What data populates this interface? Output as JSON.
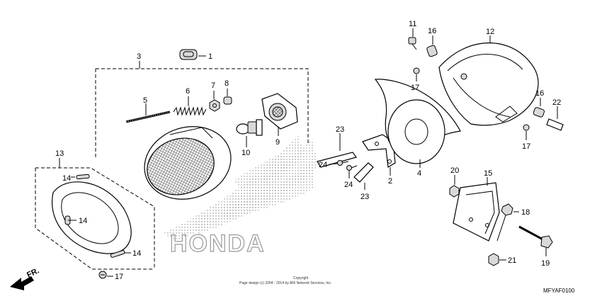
{
  "callouts": [
    "1",
    "2",
    "3",
    "4",
    "5",
    "6",
    "7",
    "8",
    "9",
    "10",
    "11",
    "12",
    "13",
    "14",
    "14",
    "14",
    "15",
    "16",
    "16",
    "17",
    "17",
    "17",
    "18",
    "19",
    "20",
    "21",
    "22",
    "23",
    "23",
    "24",
    "24"
  ],
  "watermark": "HONDA",
  "copyright": {
    "line1": "Copyright",
    "line2": "Page design (c) 2004 - 2014 by ARI Network Services, Inc."
  },
  "diagram_code": "MFYAF0100",
  "direction_label": "FR."
}
